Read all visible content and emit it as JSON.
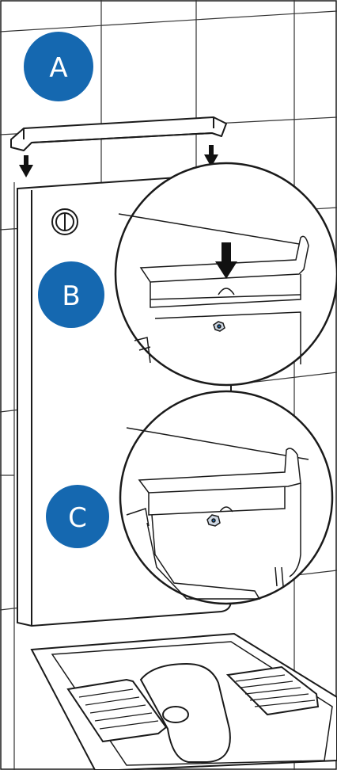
{
  "steps": [
    {
      "id": "A",
      "label": "A"
    },
    {
      "id": "B",
      "label": "B"
    },
    {
      "id": "C",
      "label": "C"
    }
  ],
  "colors": {
    "badge": "#1568b0",
    "line": "#1a1a1a",
    "tile_grid": "#333333",
    "panel_fill": "#ffffff",
    "background": "#ffffff"
  },
  "icons": [
    "arrow-down-icon",
    "flush-button-icon",
    "hex-nut-icon"
  ]
}
